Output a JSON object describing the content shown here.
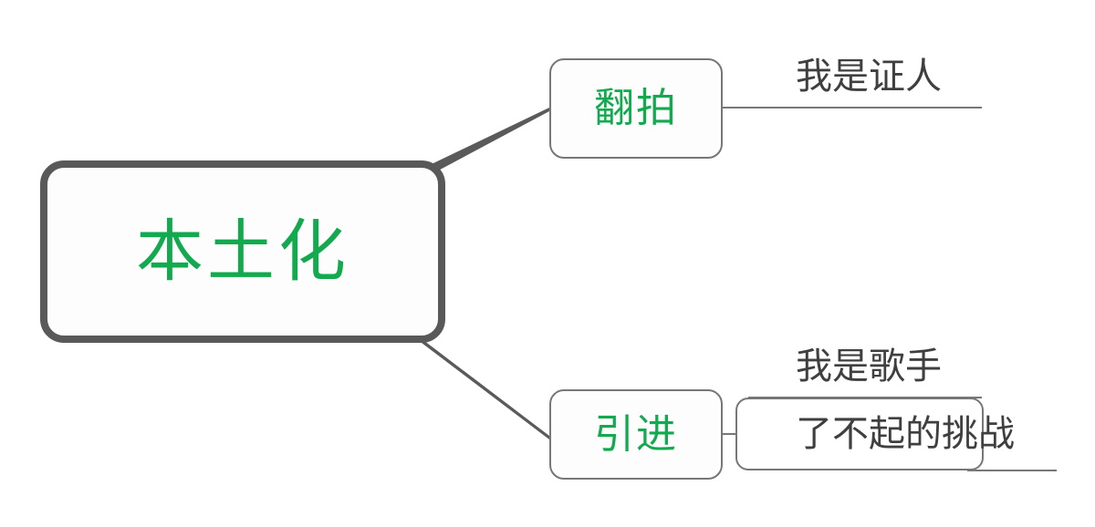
{
  "diagram": {
    "type": "mind-map",
    "title": "本土化",
    "colors": {
      "root_border": "#595959",
      "node_border": "#777777",
      "node_fill": "#fdfdfd",
      "accent_green": "#13a94f",
      "leaf_text": "#3f3f3f",
      "connector": "#5a5a5a",
      "background": "#ffffff"
    },
    "root": {
      "label": "本土化"
    },
    "branches": [
      {
        "id": "remake",
        "label": "翻拍",
        "leaves": [
          {
            "id": "witness",
            "label": "我是证人",
            "style": "underline"
          }
        ]
      },
      {
        "id": "import",
        "label": "引进",
        "leaves": [
          {
            "id": "singer",
            "label": "我是歌手",
            "style": "underline"
          },
          {
            "id": "challenge",
            "label": "了不起的挑战",
            "style": "boxed"
          }
        ]
      }
    ]
  }
}
